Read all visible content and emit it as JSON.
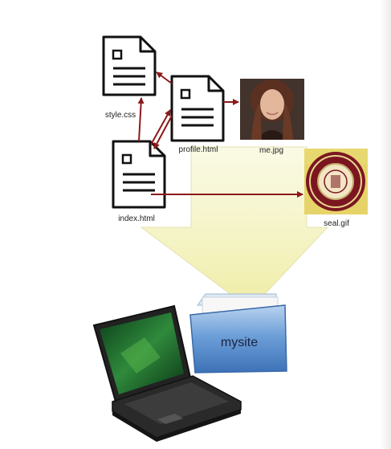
{
  "files": {
    "style": "style.css",
    "profile": "profile.html",
    "index": "index.html",
    "photo": "me.jpg",
    "seal": "seal.gif"
  },
  "folder": {
    "label": "mysite"
  },
  "colors": {
    "link_arrow": "#8b1a1a",
    "upload_arrow": "#f3f1b8",
    "folder": "#4f86c6",
    "doc_stroke": "#111111"
  },
  "icons": {
    "document": "document-icon",
    "photo": "portrait-photo",
    "seal": "university-seal-icon",
    "folder": "folder-icon",
    "computer": "laptop-icon"
  }
}
